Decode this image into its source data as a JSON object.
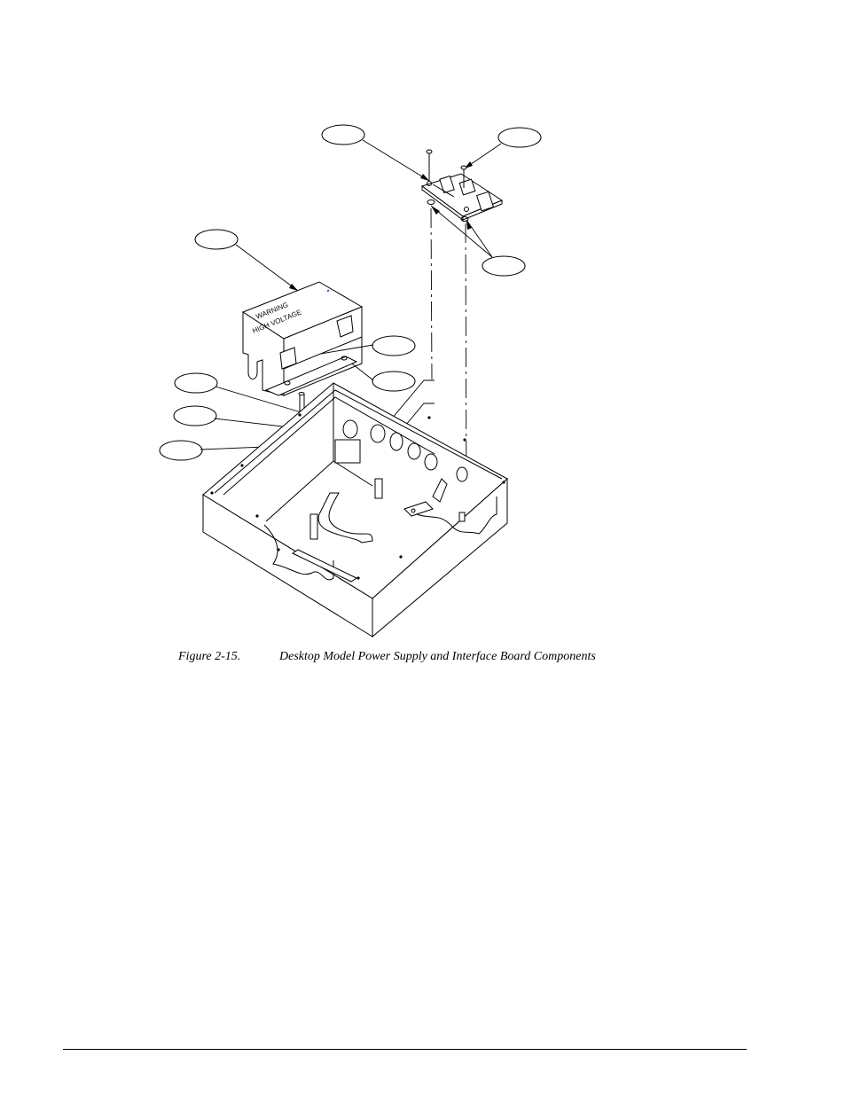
{
  "figure": {
    "label_warning": "WARNING",
    "label_high_voltage": "HIGH VOLTAGE"
  },
  "caption": {
    "number": "Figure 2-15.",
    "text": "Desktop Model Power Supply and Interface Board Components"
  }
}
